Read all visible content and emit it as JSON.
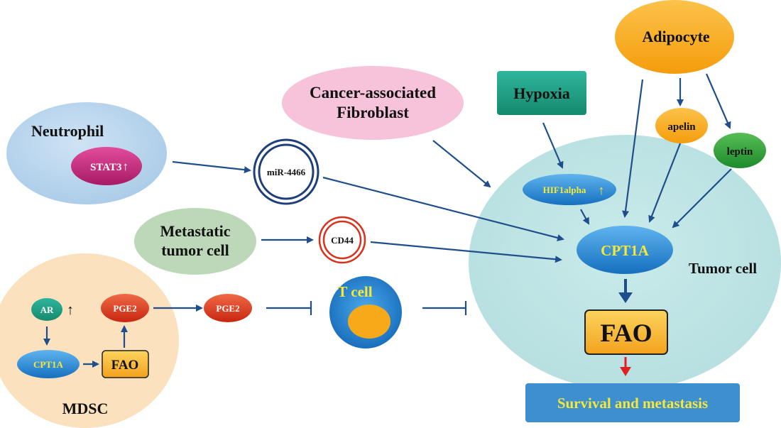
{
  "nodes": {
    "neutrophil": {
      "label": "Neutrophil",
      "marker": "STAT3",
      "arrow": "↑"
    },
    "caf": {
      "line1": "Cancer-associated",
      "line2": "Fibroblast"
    },
    "hypoxia": {
      "label": "Hypoxia"
    },
    "adipocyte": {
      "label": "Adipocyte"
    },
    "apelin": {
      "label": "apelin"
    },
    "leptin": {
      "label": "leptin"
    },
    "hif": {
      "label": "HIF1alpha",
      "arrow": "↑"
    },
    "mir": {
      "label": "miR-4466"
    },
    "metastatic": {
      "line1": "Metastatic",
      "line2": "tumor cell"
    },
    "cd44": {
      "label": "CD44"
    },
    "tumor_cell": {
      "label": "Tumor cell"
    },
    "cpt1a_tumor": {
      "label": "CPT1A"
    },
    "fao_tumor": {
      "label": "FAO"
    },
    "survival": {
      "label": "Survival and metastasis"
    },
    "mdsc": {
      "label": "MDSC"
    },
    "ar": {
      "label": "AR",
      "arrow": "↑"
    },
    "pge2_inner": {
      "label": "PGE2"
    },
    "cpt1a_mdsc": {
      "label": "CPT1A"
    },
    "fao_mdsc": {
      "label": "FAO"
    },
    "pge2": {
      "label": "PGE2"
    },
    "tcell": {
      "label": "T cell"
    }
  },
  "colors": {
    "arrow": "#1f4e8c",
    "red_arrow": "#e02020",
    "tumor_fill": "#bfe4e4",
    "neutrophil_fill": "#b9d6ee",
    "caf_fill": "#f6c3da",
    "hypoxia_fill": "#15a383",
    "adipocyte_fill": "#f9ad18",
    "leptin_fill": "#2e9a3a",
    "metastatic_fill": "#bcd8b9",
    "mdsc_fill": "#fbe1bd",
    "cpt1a_fill": "#1f86d4",
    "fao_fill": "#f8b62b",
    "survival_fill": "#3d8fcf",
    "survival_text": "#f5e83a",
    "red_node": "#d9311c",
    "stat3_fill": "#c4257a"
  }
}
